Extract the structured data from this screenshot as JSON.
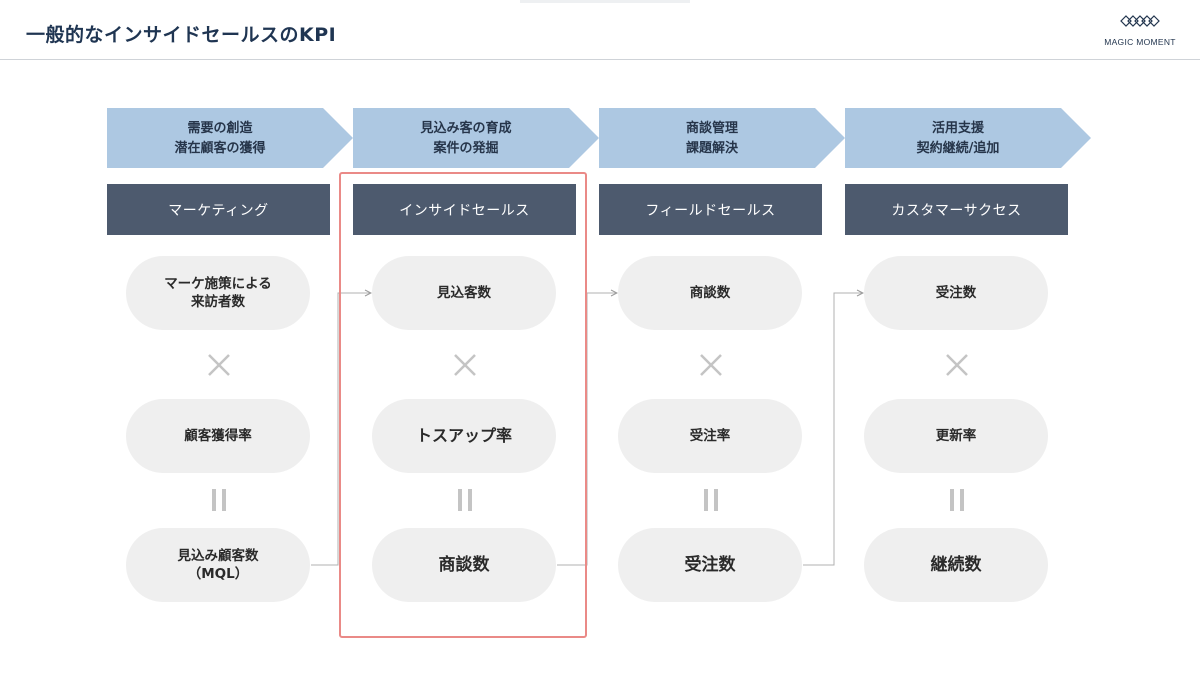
{
  "title": "一般的なインサイドセールスのKPI",
  "logo": {
    "text": "MAGIC MOMENT",
    "icon": "magic-moment-logo-icon"
  },
  "colors": {
    "stage_arrow": "#adc8e2",
    "role_header": "#4d5a6e",
    "pill": "#efefef",
    "highlight": "#ea8a87",
    "title": "#1f3552"
  },
  "columns": [
    {
      "stage": [
        "需要の創造",
        "潜在顧客の獲得"
      ],
      "role": "マーケティング",
      "top": [
        "マーケ施策による",
        "来訪者数"
      ],
      "rate": "顧客獲得率",
      "result": [
        "見込み顧客数",
        "（MQL）"
      ]
    },
    {
      "stage": [
        "見込み客の育成",
        "案件の発掘"
      ],
      "role": "インサイドセールス",
      "top": [
        "見込客数"
      ],
      "rate": "トスアップ率",
      "result": [
        "商談数"
      ]
    },
    {
      "stage": [
        "商談管理",
        "課題解決"
      ],
      "role": "フィールドセールス",
      "top": [
        "商談数"
      ],
      "rate": "受注率",
      "result": [
        "受注数"
      ]
    },
    {
      "stage": [
        "活用支援",
        "契約継続/追加"
      ],
      "role": "カスタマーサクセス",
      "top": [
        "受注数"
      ],
      "rate": "更新率",
      "result": [
        "継続数"
      ]
    }
  ],
  "operators": {
    "multiply": "×",
    "equals": "="
  }
}
